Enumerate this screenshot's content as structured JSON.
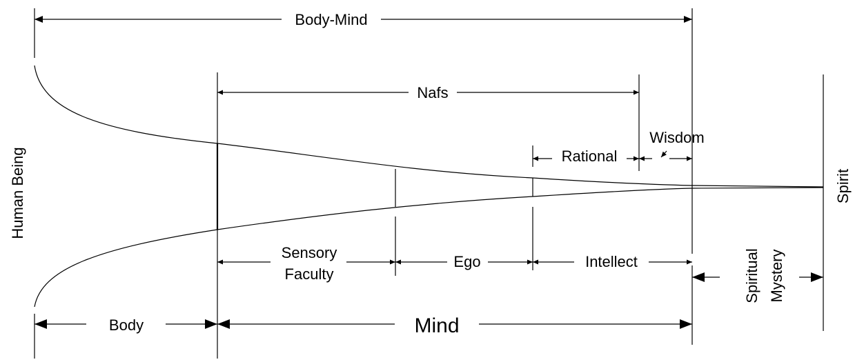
{
  "diagram": {
    "colors": {
      "line": "#000000",
      "background": "#ffffff"
    },
    "labels": {
      "body_mind": "Body-Mind",
      "nafs": "Nafs",
      "wisdom": "Wisdom",
      "rational": "Rational",
      "human_being": "Human Being",
      "spirit": "Spirit",
      "sensory": "Sensory",
      "faculty": "Faculty",
      "ego": "Ego",
      "intellect": "Intellect",
      "spiritual": "Spiritual",
      "mystery": "Mystery",
      "body": "Body",
      "mind": "Mind"
    }
  }
}
